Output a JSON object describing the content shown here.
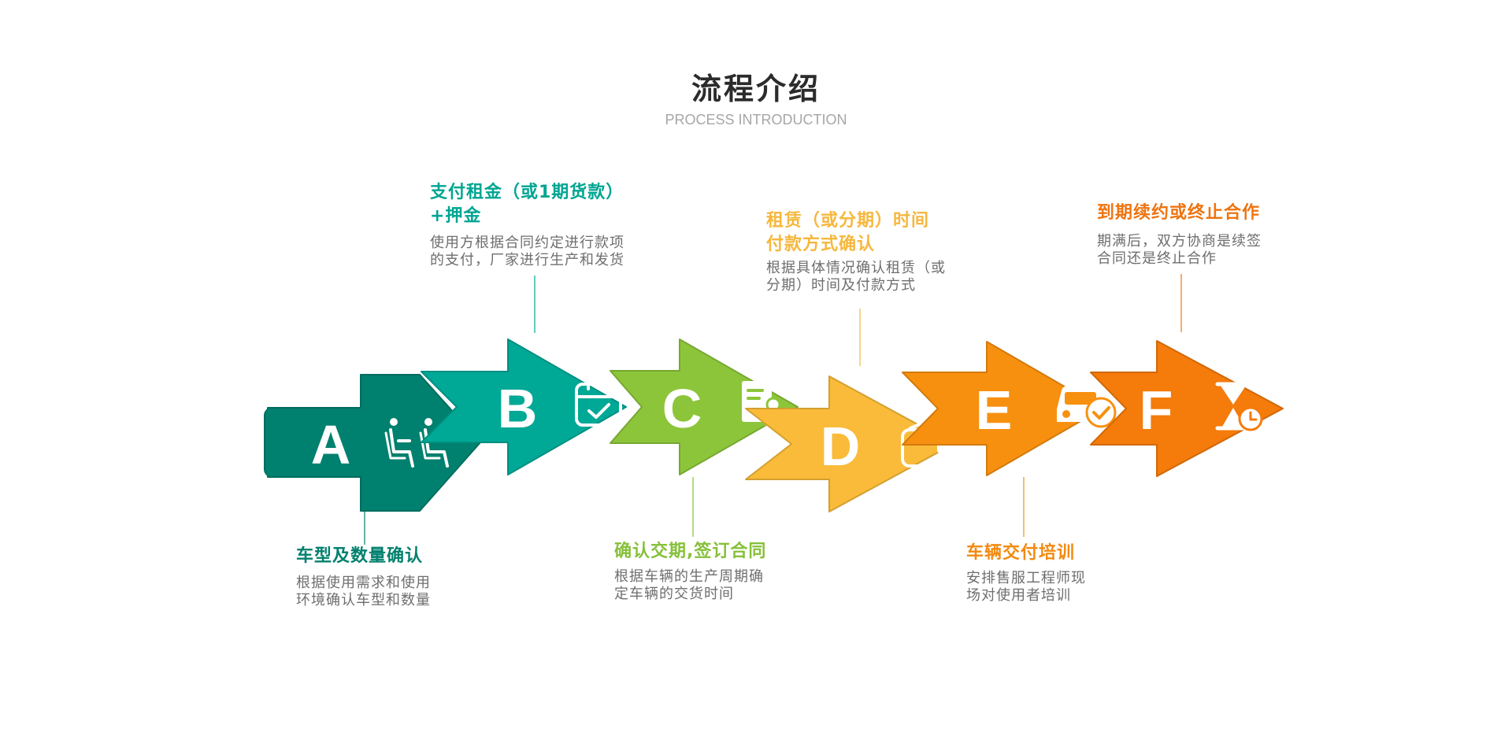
{
  "header": {
    "title": "流程介绍",
    "subtitle": "PROCESS INTRODUCTION"
  },
  "steps": [
    {
      "letter": "A",
      "icon": "seats-icon",
      "title_lines": [
        "车型及数量确认"
      ],
      "desc_lines": [
        "根据使用需求和使用",
        "环境确认车型和数量"
      ],
      "color": "#00806e",
      "title_color": "#00806e"
    },
    {
      "letter": "B",
      "icon": "calendar-check-icon",
      "title_lines": [
        "支付租金（或1期货款）",
        "+押金"
      ],
      "desc_lines": [
        "使用方根据合同约定进行款项",
        "的支付，厂家进行生产和发货"
      ],
      "color": "#00a896",
      "title_color": "#00a592"
    },
    {
      "letter": "C",
      "icon": "contract-stamp-icon",
      "title_lines": [
        "确认交期,签订合同"
      ],
      "desc_lines": [
        "根据车辆的生产周期确",
        "定车辆的交货时间"
      ],
      "color": "#8cc53a",
      "title_color": "#86c03a"
    },
    {
      "letter": "D",
      "icon": "wallet-icon",
      "title_lines": [
        "租赁（或分期）时间",
        "付款方式确认"
      ],
      "desc_lines": [
        "根据具体情况确认租赁（或",
        "分期）时间及付款方式"
      ],
      "color": "#f9bb39",
      "title_color": "#f6b73c"
    },
    {
      "letter": "E",
      "icon": "car-check-icon",
      "title_lines": [
        "车辆交付培训"
      ],
      "desc_lines": [
        "安排售服工程师现",
        "场对使用者培训"
      ],
      "color": "#f8900f",
      "title_color": "#f28a10"
    },
    {
      "letter": "F",
      "icon": "hourglass-clock-icon",
      "title_lines": [
        "到期续约或终止合作"
      ],
      "desc_lines": [
        "期满后，双方协商是续签",
        "合同还是终止合作"
      ],
      "color": "#f57b0a",
      "title_color": "#ee7410"
    }
  ]
}
